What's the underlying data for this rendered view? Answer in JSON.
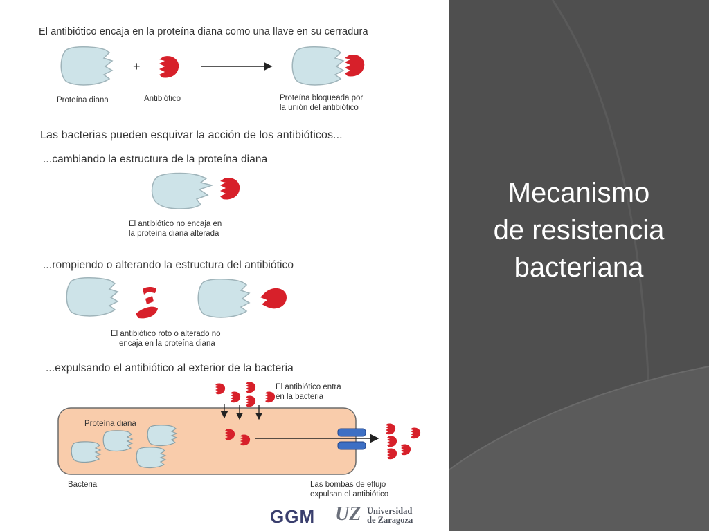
{
  "slide": {
    "title_lines": [
      "Mecanismo",
      "de resistencia",
      "bacteriana"
    ]
  },
  "diagram": {
    "section1": {
      "heading": "El antibiótico encaja en la proteína diana como una llave en su cerradura",
      "label_protein": "Proteína diana",
      "label_antibiotic": "Antibiótico",
      "label_blocked": [
        "Proteína bloqueada por",
        "la unión del antibiótico"
      ],
      "plus_sign": "+"
    },
    "intro": "Las bacterias pueden esquivar la acción de los antibióticos...",
    "section2": {
      "heading": "...cambiando la estructura de la proteína diana",
      "caption": [
        "El antibiótico no encaja en",
        "la proteína diana alterada"
      ]
    },
    "section3": {
      "heading": "...rompiendo o alterando la estructura del antibiótico",
      "caption": [
        "El antibiótico roto o alterado no",
        "encaja en la proteína diana"
      ]
    },
    "section4": {
      "heading": "...expulsando el antibiótico al exterior de la bacteria",
      "label_enters": [
        "El antibiótico entra",
        "en la bacteria"
      ],
      "label_protein": "Proteína diana",
      "label_bacteria": "Bacteria",
      "label_pumps": [
        "Las bombas de eflujo",
        "expulsan el antibiótico"
      ]
    }
  },
  "logos": {
    "ggm": "GGM",
    "uz_mark": "UZ",
    "uz_lines": [
      "Universidad",
      "de Zaragoza"
    ]
  },
  "colors": {
    "protein": "#cde3e8",
    "protein_stroke": "#9fb4ba",
    "antibiotic": "#d7202a",
    "bacteria": "#f9ccab",
    "bacteria_stroke": "#6b6b6b",
    "pump": "#3d6fc4",
    "panel_dark": "#4b4b4b",
    "panel_light": "#5c5c5c"
  }
}
